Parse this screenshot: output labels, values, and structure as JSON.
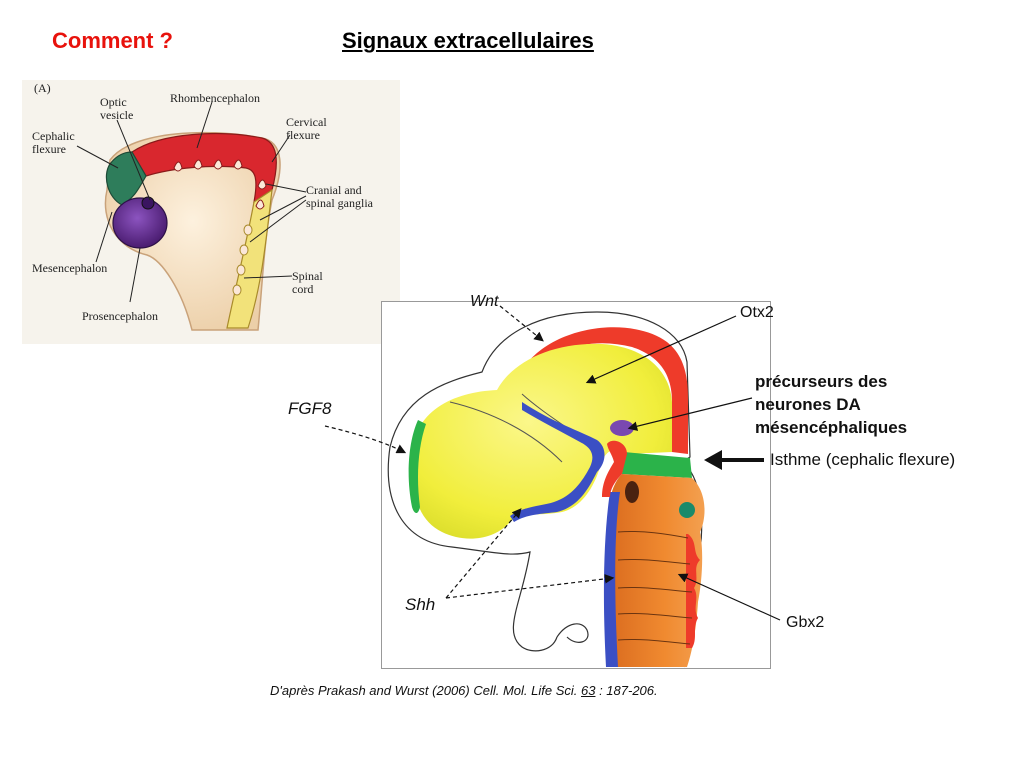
{
  "slide": {
    "title_left": "Comment ?",
    "title_main": "Signaux extracellulaires"
  },
  "figure_a": {
    "panel_label": "(A)",
    "labels": {
      "optic_vesicle_1": "Optic",
      "optic_vesicle_2": "vesicle",
      "rhombencephalon": "Rhombencephalon",
      "cephalic_flexure_1": "Cephalic",
      "cephalic_flexure_2": "flexure",
      "cervical_flexure_1": "Cervical",
      "cervical_flexure_2": "flexure",
      "cranial_ganglia_1": "Cranial and",
      "cranial_ganglia_2": "spinal ganglia",
      "mesencephalon": "Mesencephalon",
      "spinal_cord_1": "Spinal",
      "spinal_cord_2": "cord",
      "prosencephalon": "Prosencephalon"
    },
    "colors": {
      "rhombencephalon": "#d9272e",
      "mesencephalon": "#2e7d5b",
      "prosencephalon": "#6a2d8f",
      "spinal_cord": "#f2e27a",
      "tissue": "#f7e6cf"
    }
  },
  "figure_b": {
    "labels": {
      "wnt": "Wnt",
      "otx2": "Otx2",
      "precursors_1": "précurseurs des",
      "precursors_2": "neurones DA",
      "precursors_3": "mésencéphaliques",
      "fgf8": "FGF8",
      "isthmus": "Isthme (cephalic flexure)",
      "shh": "Shh",
      "gbx2": "Gbx2"
    },
    "colors": {
      "otx2_domain": "#f3f03c",
      "wnt": "#ee3b2a",
      "fgf8": "#2bb34a",
      "shh": "#3b4fc4",
      "gbx2_domain": "#ee7a2a",
      "da_precursors": "#7a48b0"
    }
  },
  "caption": {
    "prefix": "D'après Prakash and Wurst (2006) Cell. Mol. Life Sci. ",
    "volume": "63",
    "suffix": " : 187-206."
  }
}
